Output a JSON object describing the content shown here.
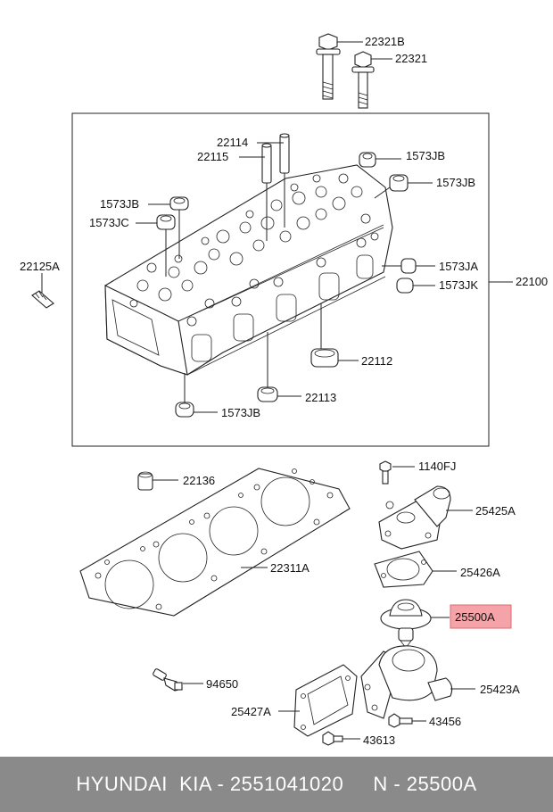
{
  "labels": {
    "b22321B": "22321B",
    "b22321": "22321",
    "b22114": "22114",
    "b22115": "22115",
    "jb1": "1573JB",
    "jb2": "1573JB",
    "jb3": "1573JB",
    "jc": "1573JC",
    "ja": "1573JA",
    "jk": "1573JK",
    "head": "22100",
    "b22125A": "22125A",
    "b22112": "22112",
    "b22113": "22113",
    "jb4": "1573JB",
    "b22136": "22136",
    "b1140FJ": "1140FJ",
    "b25425A": "25425A",
    "b22311A": "22311A",
    "b25426A": "25426A",
    "b25500A": "25500A",
    "b94650": "94650",
    "b25423A": "25423A",
    "b25427A": "25427A",
    "b43456": "43456",
    "b43613": "43613"
  },
  "highlight_color": "#f4a4a8",
  "footer": {
    "text": "HYUNDAI  KIA - 2551041020     N - 25500A"
  }
}
